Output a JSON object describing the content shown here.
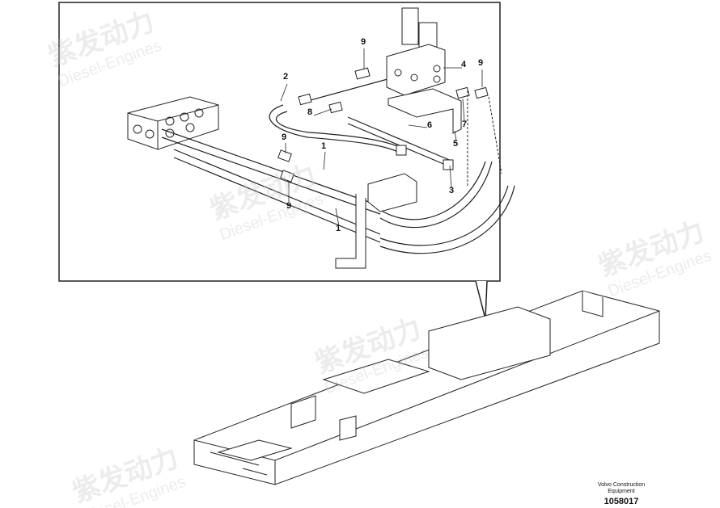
{
  "diagram": {
    "callouts": [
      "9",
      "2",
      "4",
      "9",
      "8",
      "6",
      "7",
      "5",
      "1",
      "9",
      "3",
      "9",
      "1"
    ]
  },
  "caption": {
    "maker_line1": "Volvo Construction",
    "maker_line2": "Equipment",
    "part_number": "1058017"
  },
  "watermark": {
    "chinese": "紫发动力",
    "english": "Diesel-Engines"
  }
}
